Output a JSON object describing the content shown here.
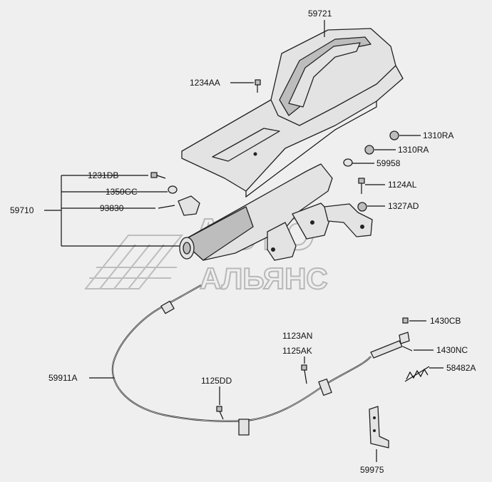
{
  "parts": {
    "p59721": "59721",
    "p1234AA": "1234AA",
    "p1310RA_1": "1310RA",
    "p1310RA_2": "1310RA",
    "p59958": "59958",
    "p1231DB": "1231DB",
    "p1350GC": "1350GC",
    "p93830": "93830",
    "p59710": "59710",
    "p1124AL": "1124AL",
    "p1327AD": "1327AD",
    "p1123AN": "1123AN",
    "p1125AK": "1125AK",
    "p1430CB": "1430CB",
    "p1430NC": "1430NC",
    "p59911A": "59911A",
    "p58482A": "58482A",
    "p1125DD": "1125DD",
    "p59975": "59975"
  },
  "watermark": {
    "line1": "АВТО",
    "line2": "АЛЬЯНС"
  }
}
